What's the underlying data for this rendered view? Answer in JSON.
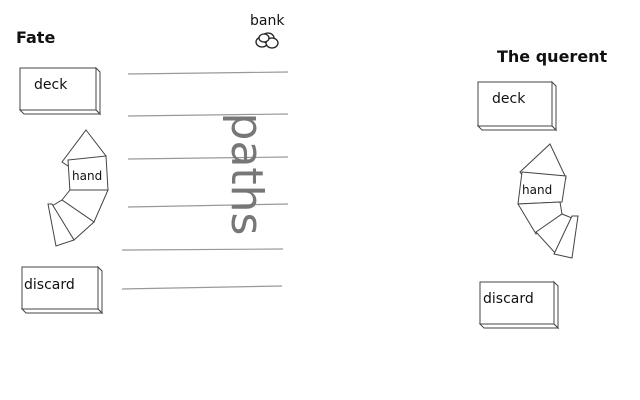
{
  "fate": {
    "title": "Fate",
    "deck_label": "deck",
    "hand_label": "hand",
    "discard_label": "discard"
  },
  "querent": {
    "title": "The querent",
    "deck_label": "deck",
    "hand_label": "hand",
    "discard_label": "discard"
  },
  "bank": {
    "label": "bank",
    "icon": "coins-icon"
  },
  "paths": {
    "label": "paths",
    "count": 6
  }
}
